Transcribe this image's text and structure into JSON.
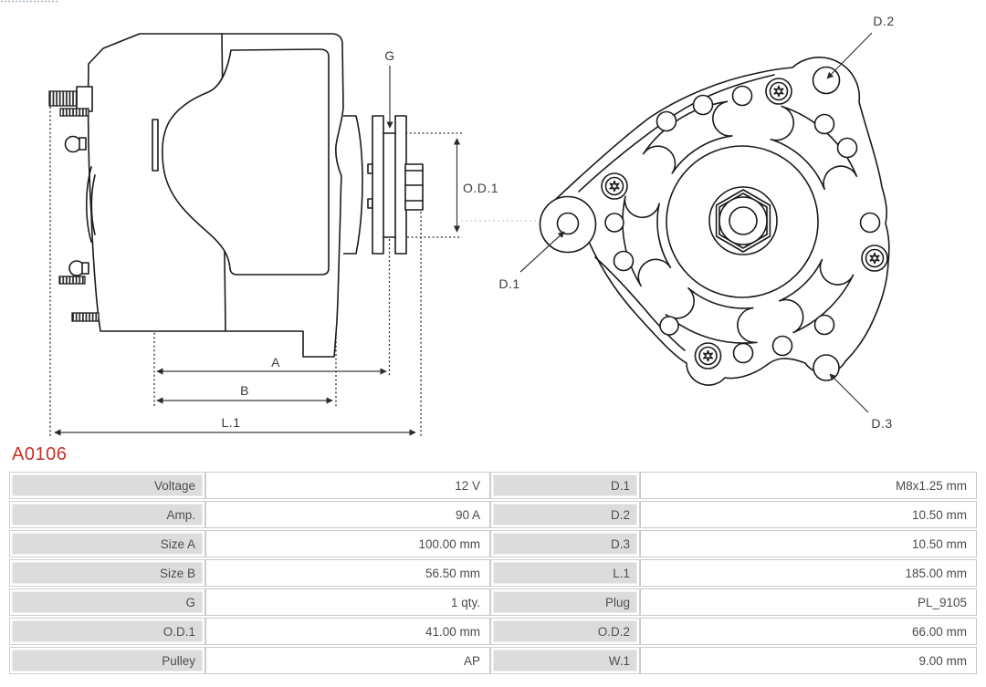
{
  "header": {
    "part_number": "A0106",
    "part_number_color": "#c2312b"
  },
  "diagram": {
    "side_view": {
      "description": "alternator side view technical drawing",
      "labels": {
        "g": "G",
        "od1": "O.D.1",
        "a": "A",
        "b": "B",
        "l1": "L.1"
      }
    },
    "rear_view": {
      "description": "alternator rear view technical drawing",
      "labels": {
        "d1": "D.1",
        "d2": "D.2",
        "d3": "D.3"
      }
    },
    "stroke_color": "#1a1a1a"
  },
  "spec_table": {
    "label_bg": "#dcdcdc",
    "border_color": "#c9c9c9",
    "text_color": "#4a4a4a",
    "rows": [
      {
        "label_left": "Voltage",
        "value_left": "12 V",
        "label_right": "D.1",
        "value_right": "M8x1.25 mm"
      },
      {
        "label_left": "Amp.",
        "value_left": "90 A",
        "label_right": "D.2",
        "value_right": "10.50 mm"
      },
      {
        "label_left": "Size A",
        "value_left": "100.00 mm",
        "label_right": "D.3",
        "value_right": "10.50 mm"
      },
      {
        "label_left": "Size B",
        "value_left": "56.50 mm",
        "label_right": "L.1",
        "value_right": "185.00 mm"
      },
      {
        "label_left": "G",
        "value_left": "1 qty.",
        "label_right": "Plug",
        "value_right": "PL_9105"
      },
      {
        "label_left": "O.D.1",
        "value_left": "41.00 mm",
        "label_right": "O.D.2",
        "value_right": "66.00 mm"
      },
      {
        "label_left": "Pulley",
        "value_left": "AP",
        "label_right": "W.1",
        "value_right": "9.00 mm"
      }
    ]
  }
}
